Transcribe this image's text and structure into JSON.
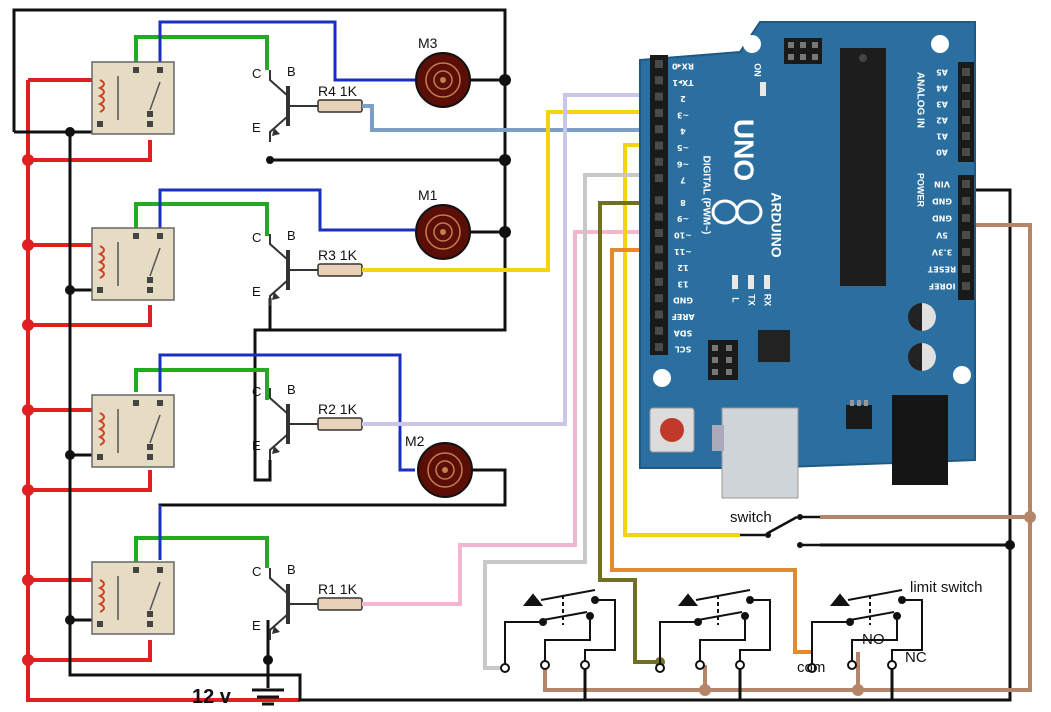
{
  "colors": {
    "red": "#e02020",
    "black": "#111111",
    "green": "#22aa22",
    "blue": "#1a2fc0",
    "yellow": "#f5d311",
    "lavender": "#c9c6e8",
    "pink": "#f4b6cf",
    "brown": "#b5856a",
    "orange": "#e58a2a",
    "olive": "#707020",
    "steel": "#7d9ec5",
    "gray": "#c8c8c8",
    "board": "#2a6f9f"
  },
  "labels": {
    "power": "12 v",
    "switch": "switch",
    "limit_switch": "limit switch",
    "com": "com",
    "no": "NO",
    "nc": "NC"
  },
  "motors": [
    "M3",
    "M1",
    "M2"
  ],
  "resistors": [
    "R4 1K",
    "R3 1K",
    "R2 1K",
    "R1 1K"
  ],
  "transistor_pins": {
    "c": "C",
    "b": "B",
    "e": "E"
  },
  "arduino": {
    "brand": "ARDUINO",
    "model": "UNO",
    "digital_label": "DIGITAL (PWM~)",
    "analog_label": "ANALOG IN",
    "power_label": "POWER",
    "on_label": "ON",
    "digital_pins": [
      "RX◂0",
      "TX▸1",
      "2",
      "~3",
      "4",
      "~5",
      "~6",
      "7",
      "8",
      "~9",
      "~10",
      "~11",
      "12",
      "13",
      "GND",
      "AREF",
      "SDA",
      "SCL"
    ],
    "analog_pins": [
      "A5",
      "A4",
      "A3",
      "A2",
      "A1",
      "A0"
    ],
    "power_pins": [
      "VIN",
      "GND",
      "GND",
      "5V",
      "3.3V",
      "RESET",
      "IOREF"
    ],
    "led_labels": [
      "L",
      "TX",
      "RX"
    ]
  }
}
